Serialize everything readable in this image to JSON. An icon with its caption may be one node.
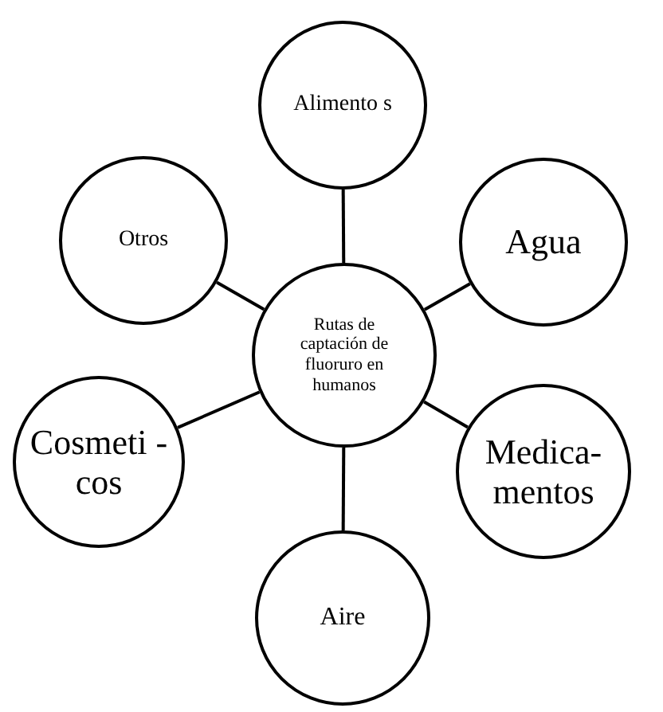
{
  "diagram": {
    "nodes": [
      {
        "text": [
          "Alimento s"
        ]
      },
      {
        "text": [
          "Otros"
        ]
      },
      {
        "text": [
          "Agua"
        ]
      },
      {
        "text": [
          "Rutas de captación de fluoruro en humanos"
        ]
      },
      {
        "text": [
          "Cosmeti -cos"
        ]
      },
      {
        "text": [
          "Medica- mentos"
        ]
      },
      {
        "text": [
          "Aire"
        ]
      }
    ],
    "edges": [
      {
        "from": 3,
        "to": 0,
        "arrow": "none"
      },
      {
        "from": 3,
        "to": 1,
        "arrow": "none"
      },
      {
        "from": 3,
        "to": 2,
        "arrow": "none"
      },
      {
        "from": 3,
        "to": 4,
        "arrow": "none"
      },
      {
        "from": 3,
        "to": 5,
        "arrow": "none"
      },
      {
        "from": 3,
        "to": 6,
        "arrow": "none"
      }
    ]
  }
}
